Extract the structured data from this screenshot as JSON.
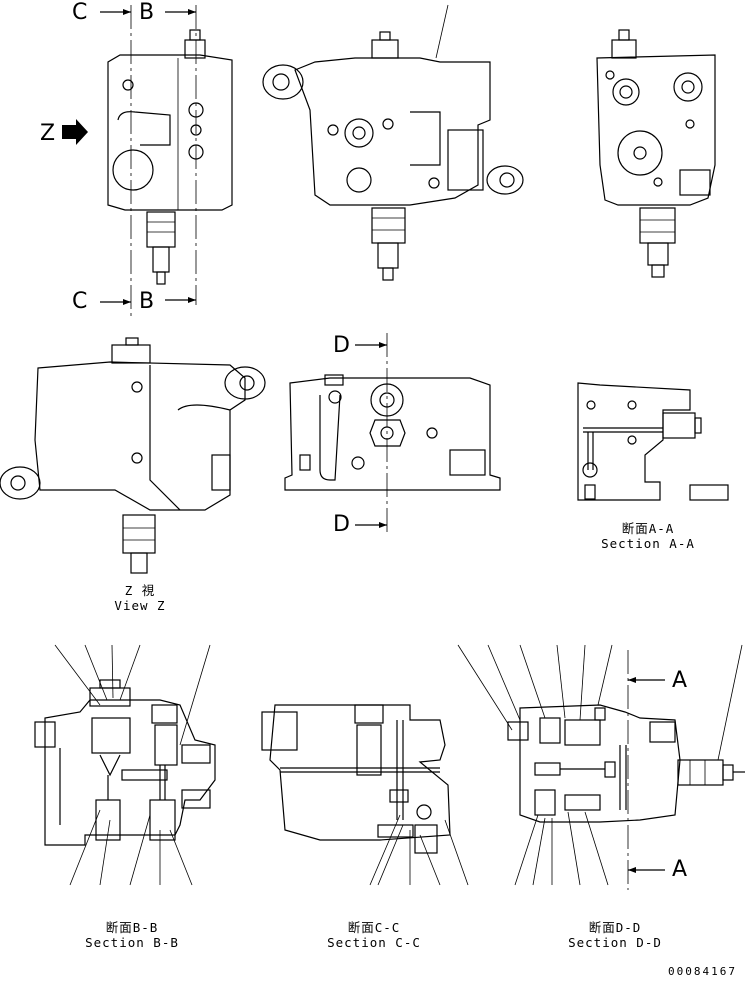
{
  "markers": {
    "c_top": "C",
    "b_top": "B",
    "c_bottom": "C",
    "b_bottom": "B",
    "z_arrow": "Z",
    "d_top": "D",
    "d_bottom": "D",
    "a_top": "A",
    "a_bottom": "A"
  },
  "captions": {
    "view_z_jp": "Z 視",
    "view_z_en": "View Z",
    "section_aa_jp": "断面A-A",
    "section_aa_en": "Section A-A",
    "section_bb_jp": "断面B-B",
    "section_bb_en": "Section B-B",
    "section_cc_jp": "断面C-C",
    "section_cc_en": "Section C-C",
    "section_dd_jp": "断面D-D",
    "section_dd_en": "Section D-D"
  },
  "drawing_number": "00084167"
}
